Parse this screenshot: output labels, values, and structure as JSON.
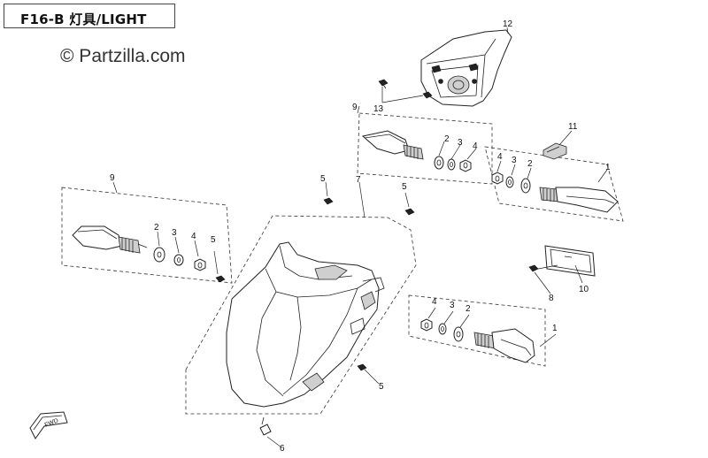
{
  "header": {
    "title": "F16-B 灯具/LIGHT"
  },
  "watermark": {
    "text": "© Partzilla.com"
  },
  "fwd_badge": {
    "text": "FWD"
  },
  "callouts": {
    "c12": "12",
    "c13": "13",
    "c9_top": "9",
    "c11": "11",
    "c2_tr": "2",
    "c3_tr": "3",
    "c4_tr": "4",
    "c4_r": "4",
    "c3_r": "3",
    "c2_r": "2",
    "c1_r": "1",
    "c9_left": "9",
    "c5_a": "5",
    "c7": "7",
    "c5_b": "5",
    "c2_l": "2",
    "c3_l": "3",
    "c4_l": "4",
    "c5_l": "5",
    "c10": "10",
    "c8": "8",
    "c4_br": "4",
    "c3_br": "3",
    "c2_br": "2",
    "c1_br": "1",
    "c5_bottom": "5",
    "c6": "6"
  }
}
